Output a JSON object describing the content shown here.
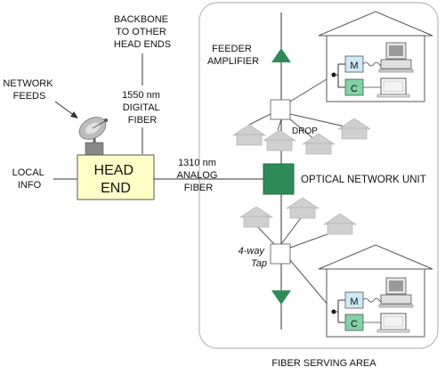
{
  "labels": {
    "backbone": [
      "BACKBONE",
      "TO OTHER",
      "HEAD ENDS"
    ],
    "network_feeds": [
      "NETWORK",
      "FEEDS"
    ],
    "digital_fiber": [
      "1550 nm",
      "DIGITAL",
      "FIBER"
    ],
    "local_info": [
      "LOCAL",
      "INFO"
    ],
    "head_end": [
      "HEAD",
      "END"
    ],
    "analog_fiber": [
      "1310 nm",
      "ANALOG",
      "FIBER"
    ],
    "feeder_amplifier": [
      "FEEDER",
      "AMPLIFIER"
    ],
    "drop": "DROP",
    "onu": "OPTICAL NETWORK UNIT",
    "tap": [
      "4-way",
      "Tap"
    ],
    "serving_area": "FIBER SERVING AREA",
    "modem": "M",
    "cable_box": "C"
  },
  "colors": {
    "green": "#2e8b57",
    "head_end_fill": "#ffffc8",
    "house_grey": "#d0d0d0",
    "modem_fill": "#cfe8f5",
    "cable_fill": "#7fd3a5"
  }
}
